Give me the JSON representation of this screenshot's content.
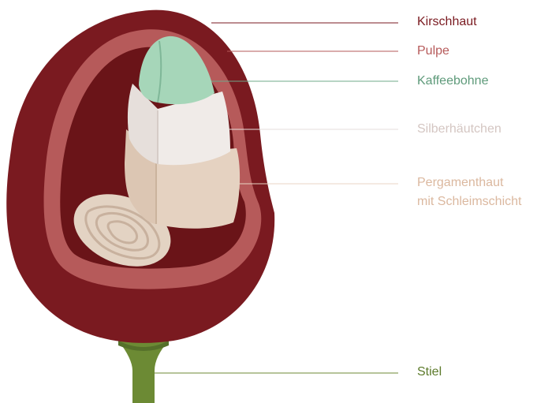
{
  "labels": {
    "kirschhaut": "Kirschhaut",
    "pulpe": "Pulpe",
    "kaffeebohne": "Kaffeebohne",
    "silberhaeutchen": "Silberhäutchen",
    "pergamenthaut_line1": "Pergamenthaut",
    "pergamenthaut_line2": "mit Schleimschicht",
    "stiel": "Stiel"
  },
  "colors": {
    "kirschhaut": "#7a1a20",
    "kirschhaut_dark": "#5e1216",
    "pulpe": "#b65a5a",
    "inner_cavity": "#6a1418",
    "kaffeebohne": "#a6d6b9",
    "kaffeebohne_label": "#5e9a7a",
    "silberhaeutchen": "#f0ebe8",
    "silberhaeutchen_label": "#d4c6c2",
    "pergamenthaut": "#e5d2c1",
    "pergamenthaut_label": "#dbb89f",
    "bean_section": "#e3d3c3",
    "stiel": "#6c8a34"
  }
}
